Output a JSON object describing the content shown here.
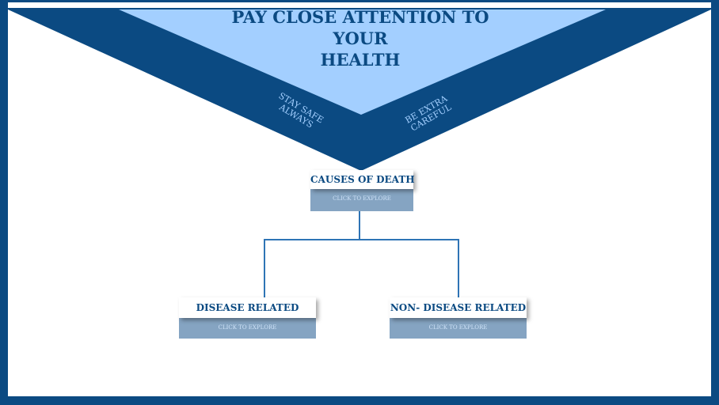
{
  "banner": {
    "title_lines": [
      "PAY CLOSE ATTENTION TO",
      "YOUR",
      "HEALTH"
    ],
    "left_note": [
      "STAY SAFE",
      "ALWAYS"
    ],
    "right_note": [
      "BE EXTRA",
      "CAREFUL"
    ]
  },
  "chart": {
    "root": {
      "label": "CAUSES OF DEATH",
      "action": "CLICK TO EXPLORE"
    },
    "children": [
      {
        "label": "DISEASE RELATED",
        "action": "CLICK TO EXPLORE"
      },
      {
        "label": "NON- DISEASE RELATED",
        "action": "CLICK TO EXPLORE"
      }
    ]
  },
  "colors": {
    "frame": "#0b4a82",
    "banner_inner": "#a3cfff",
    "connector": "#2e74b5",
    "subbox": "#85a4c2"
  }
}
